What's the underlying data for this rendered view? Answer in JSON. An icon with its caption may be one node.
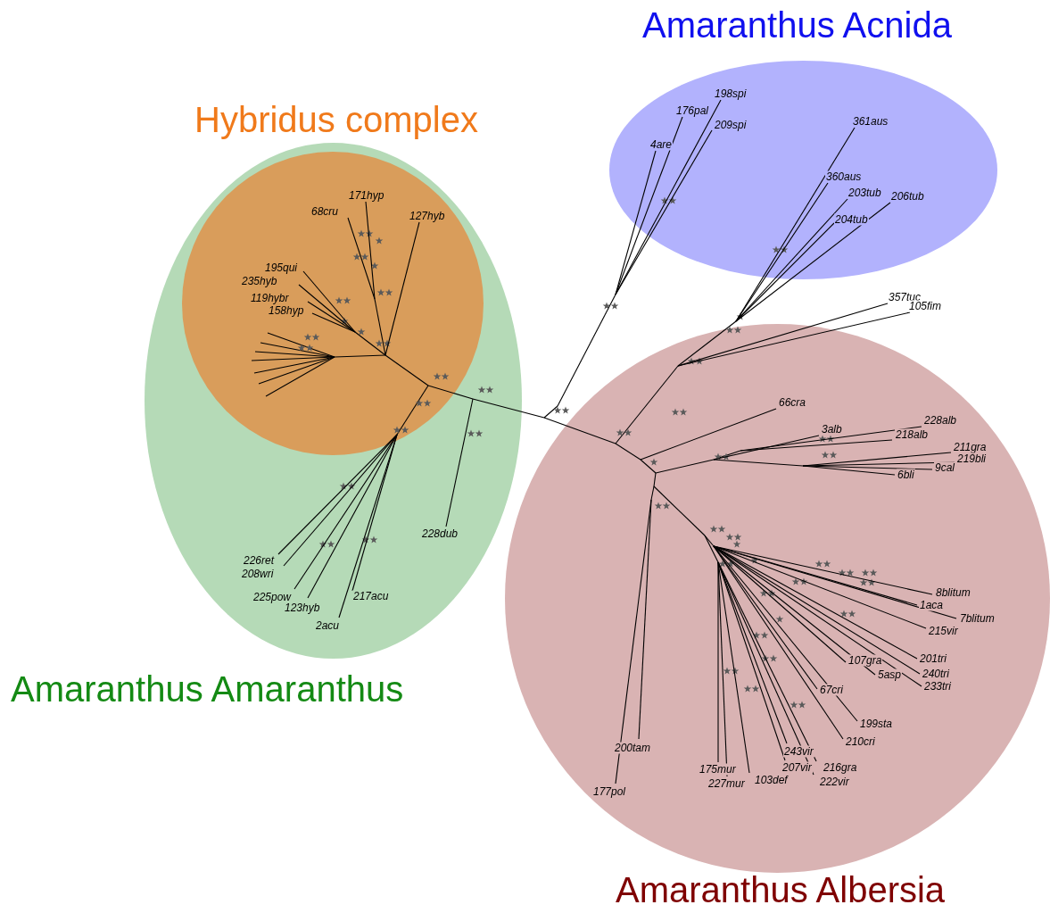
{
  "diagram": {
    "nodes": [
      {
        "text": [
          "Amaranthus Amaranthus"
        ]
      },
      {
        "text": [
          "Hybridus complex"
        ],
        "in": 0
      },
      {
        "text": [
          "Amaranthus Acnida"
        ]
      },
      {
        "text": [
          "Amaranthus Albersia"
        ]
      }
    ],
    "labels": [
      "198spi",
      "176pal",
      "361aus",
      "209spi",
      "4are",
      "360aus",
      "203tub",
      "206tub",
      "68cru",
      "171hyp",
      "127hyb",
      "204tub",
      "195qui",
      "235hyb",
      "119hybr",
      "357tuc",
      "105fim",
      "158hyp",
      "66cra",
      "228alb",
      "3alb",
      "218alb",
      "211gra",
      "219bli",
      "9cal",
      "6bli",
      "228dub",
      "226ret",
      "208wri",
      "8blitum",
      "225pow",
      "1aca",
      "123hyb",
      "217acu",
      "7blitum",
      "2acu",
      "215vir",
      "201tri",
      "107gra",
      "240tri",
      "5asp",
      "233tri",
      "67cri",
      "199sta",
      "210cri",
      "200tam",
      "243vir",
      "175mur",
      "207vir",
      "216gra",
      "227mur",
      "103def",
      "222vir",
      "177pol"
    ]
  }
}
